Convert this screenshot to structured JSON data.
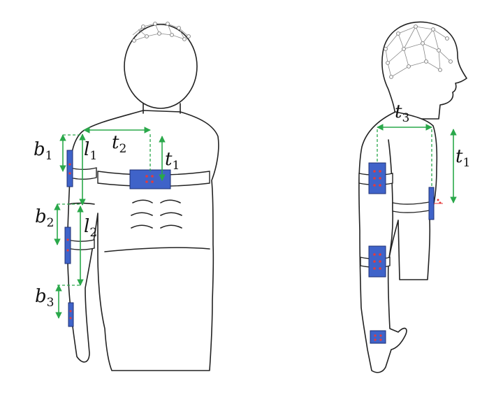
{
  "figure": {
    "colors": {
      "sensor_fill": "#3f63c9",
      "electrode_dot": "#e53b3b",
      "dimension_line": "#2aa84a",
      "outline": "#222222"
    },
    "front_view": {
      "labels": {
        "b1": {
          "base": "b",
          "sub": "1"
        },
        "l1": {
          "base": "l",
          "sub": "1"
        },
        "t2": {
          "base": "t",
          "sub": "2"
        },
        "t1": {
          "base": "t",
          "sub": "1"
        },
        "b2": {
          "base": "b",
          "sub": "2"
        },
        "l2": {
          "base": "l",
          "sub": "2"
        },
        "b3": {
          "base": "b",
          "sub": "3"
        }
      }
    },
    "side_view": {
      "labels": {
        "t3": {
          "base": "t",
          "sub": "3"
        },
        "t1": {
          "base": "t",
          "sub": "1"
        }
      }
    }
  }
}
